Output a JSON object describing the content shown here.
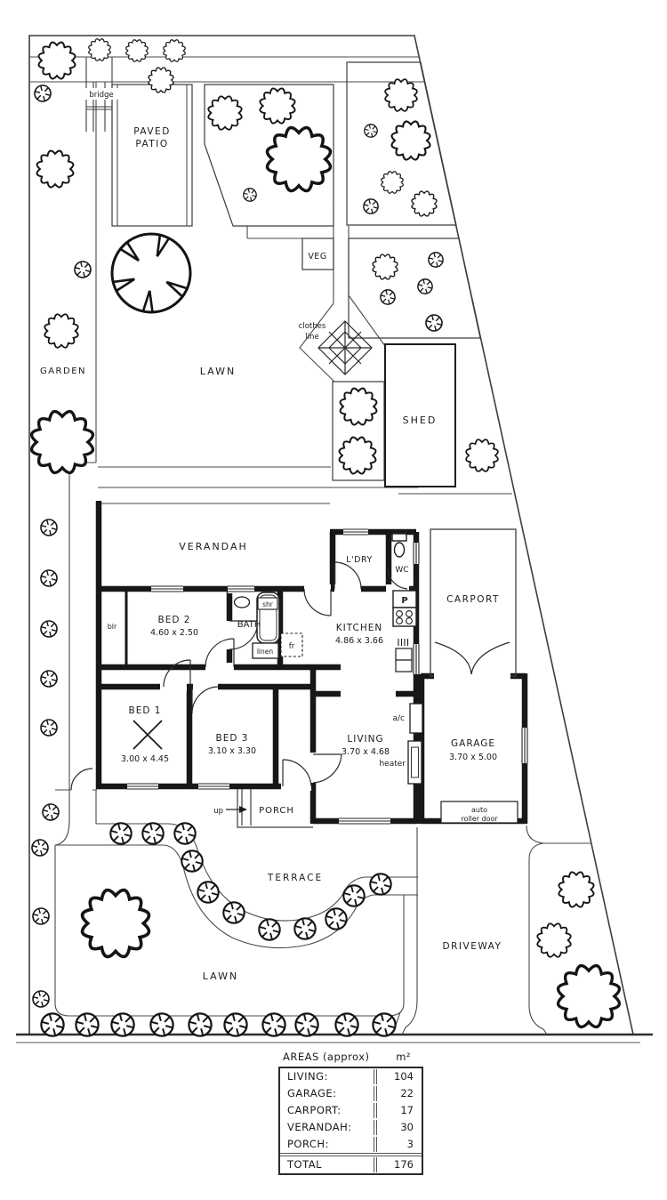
{
  "site": {
    "outdoor": {
      "bridge": "bridge",
      "paved_patio_line1": "PAVED",
      "paved_patio_line2": "PATIO",
      "garden": "GARDEN",
      "lawn_back": "LAWN",
      "veg": "VEG",
      "clothes_line1": "clothes",
      "clothes_line2": "line",
      "shed": "SHED",
      "terrace": "TERRACE",
      "driveway": "DRIVEWAY",
      "lawn_front": "LAWN",
      "up": "up"
    },
    "rooms": {
      "verandah": "VERANDAH",
      "laundry": "L'DRY",
      "wc": "WC",
      "boiler": "blr",
      "bed2": {
        "name": "BED 2",
        "dims": "4.60 x 2.50"
      },
      "bath": "BATH",
      "kitchen": {
        "name": "KITCHEN",
        "dims": "4.86 x 3.66"
      },
      "carport": "CARPORT",
      "bed1": {
        "name": "BED 1",
        "dims": "3.00 x 4.45"
      },
      "bed3": {
        "name": "BED 3",
        "dims": "3.10 x 3.30"
      },
      "living": {
        "name": "LIVING",
        "dims": "3.70 x 4.68"
      },
      "garage": {
        "name": "GARAGE",
        "dims": "3.70 x 5.00"
      },
      "porch": "PORCH"
    },
    "fixtures": {
      "shower": "shr",
      "linen": "linen",
      "fridge": "fr",
      "pantry": "P",
      "ac": "a/c",
      "heater": "heater",
      "roller_line1": "auto",
      "roller_line2": "roller door"
    }
  },
  "areas_table": {
    "title": "AREAS (approx)",
    "unit": "m²",
    "rows": [
      {
        "label": "LIVING:",
        "value": "104"
      },
      {
        "label": "GARAGE:",
        "value": "22"
      },
      {
        "label": "CARPORT:",
        "value": "17"
      },
      {
        "label": "VERANDAH:",
        "value": "30"
      },
      {
        "label": "PORCH:",
        "value": "3"
      }
    ],
    "total": {
      "label": "TOTAL",
      "value": "176"
    }
  },
  "colors": {
    "ink": "#171717",
    "thin_line": "#4a4a4a",
    "paper": "#ffffff"
  }
}
